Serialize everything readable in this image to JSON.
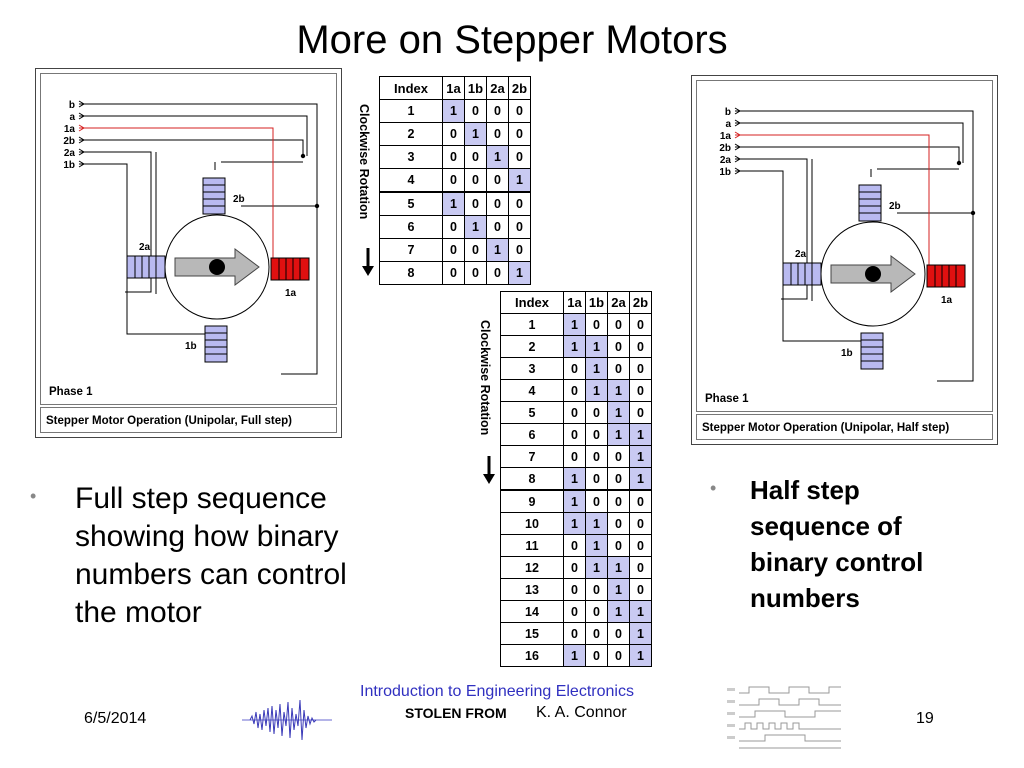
{
  "slide": {
    "title": "More on Stepper Motors",
    "left_panel": {
      "labels": [
        "b",
        "a",
        "1a",
        "2b",
        "2a",
        "1b"
      ],
      "coil_labels": {
        "top": "2b",
        "left": "2a",
        "right": "1a",
        "bottom": "1b"
      },
      "phase": "Phase 1",
      "caption": "Stepper Motor Operation (Unipolar, Full step)"
    },
    "right_panel": {
      "labels": [
        "b",
        "a",
        "1a",
        "2b",
        "2a",
        "1b"
      ],
      "coil_labels": {
        "top": "2b",
        "left": "2a",
        "right": "1a",
        "bottom": "1b"
      },
      "phase": "Phase 1",
      "caption": "Stepper Motor Operation (Unipolar, Half step)"
    },
    "full_step_table": {
      "rotation_label": "Clockwise Rotation",
      "headers": [
        "Index",
        "1a",
        "1b",
        "2a",
        "2b"
      ],
      "rows": [
        [
          "1",
          "1",
          "0",
          "0",
          "0"
        ],
        [
          "2",
          "0",
          "1",
          "0",
          "0"
        ],
        [
          "3",
          "0",
          "0",
          "1",
          "0"
        ],
        [
          "4",
          "0",
          "0",
          "0",
          "1"
        ],
        [
          "5",
          "1",
          "0",
          "0",
          "0"
        ],
        [
          "6",
          "0",
          "1",
          "0",
          "0"
        ],
        [
          "7",
          "0",
          "0",
          "1",
          "0"
        ],
        [
          "8",
          "0",
          "0",
          "0",
          "1"
        ]
      ]
    },
    "half_step_table": {
      "rotation_label": "Clockwise Rotation",
      "headers": [
        "Index",
        "1a",
        "1b",
        "2a",
        "2b"
      ],
      "rows": [
        [
          "1",
          "1",
          "0",
          "0",
          "0"
        ],
        [
          "2",
          "1",
          "1",
          "0",
          "0"
        ],
        [
          "3",
          "0",
          "1",
          "0",
          "0"
        ],
        [
          "4",
          "0",
          "1",
          "1",
          "0"
        ],
        [
          "5",
          "0",
          "0",
          "1",
          "0"
        ],
        [
          "6",
          "0",
          "0",
          "1",
          "1"
        ],
        [
          "7",
          "0",
          "0",
          "0",
          "1"
        ],
        [
          "8",
          "1",
          "0",
          "0",
          "1"
        ],
        [
          "9",
          "1",
          "0",
          "0",
          "0"
        ],
        [
          "10",
          "1",
          "1",
          "0",
          "0"
        ],
        [
          "11",
          "0",
          "1",
          "0",
          "0"
        ],
        [
          "12",
          "0",
          "1",
          "1",
          "0"
        ],
        [
          "13",
          "0",
          "0",
          "1",
          "0"
        ],
        [
          "14",
          "0",
          "0",
          "1",
          "1"
        ],
        [
          "15",
          "0",
          "0",
          "0",
          "1"
        ],
        [
          "16",
          "1",
          "0",
          "0",
          "1"
        ]
      ]
    },
    "bullet_left": [
      "Full step sequence",
      "showing how binary",
      "numbers can control",
      "the motor"
    ],
    "bullet_right": [
      "Half step",
      "sequence of",
      "binary control",
      "numbers"
    ],
    "footer": {
      "date": "6/5/2014",
      "course": "Introduction to Engineering Electronics",
      "stolen_from": "STOLEN FROM",
      "author": "K. A. Connor",
      "page": "19"
    },
    "colors": {
      "highlight": "#c9caf2",
      "active_coil": "#e01010",
      "inactive_coil": "#b9baf0",
      "active_wire": "#d62020",
      "course_text": "#3030c0"
    }
  }
}
